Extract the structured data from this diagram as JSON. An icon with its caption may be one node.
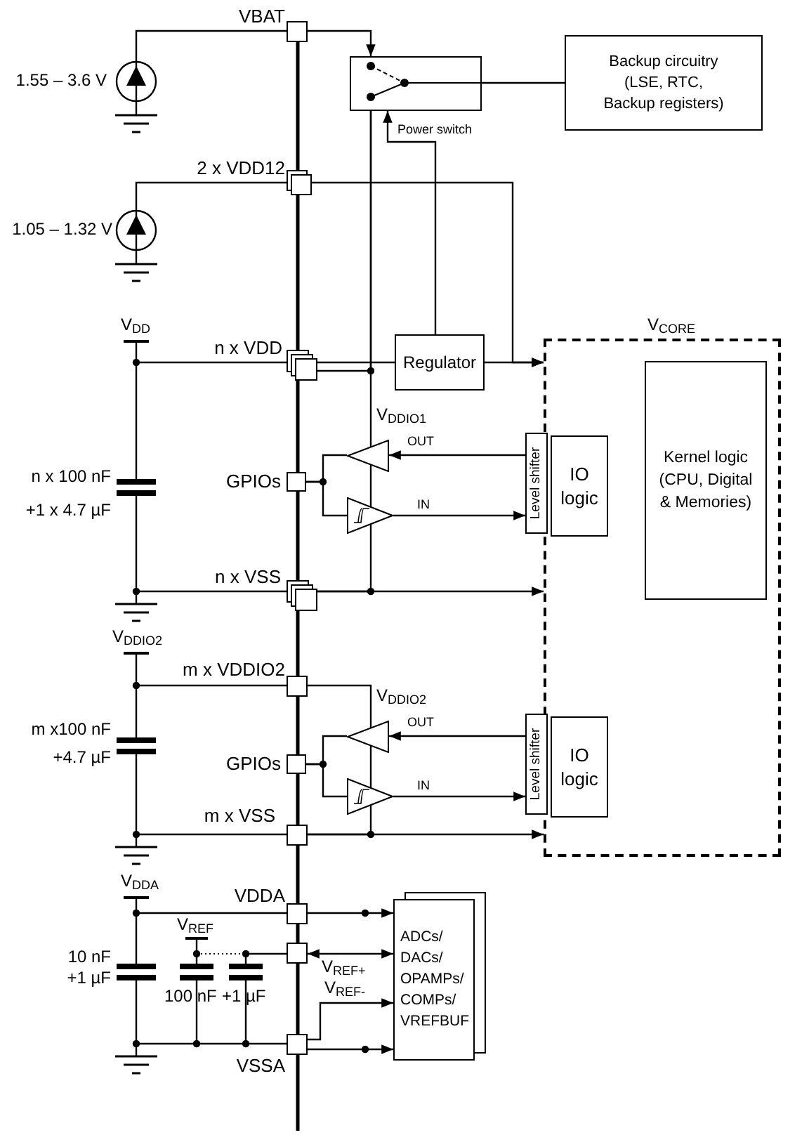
{
  "diagram": {
    "nodes": [
      {
        "text": [],
        "shape": "box",
        "beside": [
          "VBAT"
        ]
      },
      {
        "text": [],
        "shape": "box"
      },
      {
        "text": [
          "Backup circuitry (LSE, RTC, Backup registers)"
        ]
      },
      {
        "text": [],
        "shape": "box",
        "beside": [
          "2 x VDD12"
        ]
      },
      {
        "text": [],
        "shape": "box",
        "beside": [
          "n x VDD"
        ]
      },
      {
        "text": [
          "Regulator"
        ]
      },
      {
        "text": [
          "V$_{CORE}$"
        ]
      },
      {
        "text": [
          "Kernel logic (CPU, Digital & Memories)"
        ],
        "in": 6
      },
      {
        "text": [],
        "shape": "box",
        "beside": [
          "GPIOs"
        ]
      },
      {
        "text": [],
        "shape": "triangle"
      },
      {
        "text": [],
        "shape": "triangle"
      },
      {
        "text": [
          "Level shifter"
        ]
      },
      {
        "text": [
          "IO logic"
        ],
        "in": 6
      },
      {
        "text": [],
        "shape": "box",
        "beside": [
          "n x VSS"
        ]
      },
      {
        "text": [],
        "shape": "box",
        "beside": [
          "m x VDDIO2"
        ]
      },
      {
        "text": [],
        "shape": "box",
        "beside": [
          "GPIOs"
        ]
      },
      {
        "text": [],
        "shape": "triangle"
      },
      {
        "text": [],
        "shape": "triangle"
      },
      {
        "text": [
          "Level shifter"
        ]
      },
      {
        "text": [
          "IO logic"
        ],
        "in": 6
      },
      {
        "text": [],
        "shape": "box",
        "beside": [
          "m x VSS"
        ]
      },
      {
        "text": [],
        "shape": "box",
        "beside": [
          "VDDA"
        ]
      },
      {
        "text": [],
        "shape": "box"
      },
      {
        "text": [],
        "shape": "box",
        "beside": [
          "VSSA"
        ]
      },
      {
        "text": [
          "ADCs/ DACs/ OPAMPs/ COMPs/ VREFBUF"
        ]
      }
    ],
    "edges": [
      {
        "from": 0,
        "to": 1,
        "arrow": "to"
      },
      {
        "from": 1,
        "to": 2,
        "arrow": "none"
      },
      {
        "from": 5,
        "to": 1,
        "arrow": "to",
        "label": "Power switch"
      },
      {
        "from": 4,
        "to": 5,
        "arrow": "none"
      },
      {
        "from": 5,
        "to": 6,
        "arrow": "to"
      },
      {
        "from": 3,
        "to": 6,
        "arrow": "to"
      },
      {
        "from": 11,
        "to": 9,
        "arrow": "to",
        "label": "OUT"
      },
      {
        "from": 9,
        "to": 8,
        "arrow": "none"
      },
      {
        "from": 8,
        "to": 10,
        "arrow": "none"
      },
      {
        "from": 10,
        "to": 11,
        "arrow": "to",
        "label": "IN"
      },
      {
        "from": 13,
        "to": 6,
        "arrow": "to"
      },
      {
        "from": 18,
        "to": 16,
        "arrow": "to",
        "label": "OUT"
      },
      {
        "from": 16,
        "to": 15,
        "arrow": "none"
      },
      {
        "from": 15,
        "to": 17,
        "arrow": "none"
      },
      {
        "from": 17,
        "to": 18,
        "arrow": "to",
        "label": "IN"
      },
      {
        "from": 20,
        "to": 6,
        "arrow": "to"
      },
      {
        "from": 21,
        "to": 24,
        "arrow": "to"
      },
      {
        "from": 22,
        "to": 24,
        "arrow": "both",
        "label": "V$_{REF+}$"
      },
      {
        "from": 23,
        "to": 24,
        "arrow": "to",
        "label": "V$_{REF-}$"
      },
      {
        "from": 23,
        "to": 24,
        "arrow": "to"
      },
      {
        "from": 1,
        "to": 13,
        "arrow": "none"
      },
      {
        "from": 4,
        "to": 1,
        "arrow": "none"
      },
      {
        "from": 14,
        "to": 20,
        "arrow": "none"
      }
    ],
    "labels": [
      "1.55 – 3.6 V",
      "1.05 – 1.32 V",
      "V$_{DD}$",
      "n x 100 nF",
      "+1 x 4.7 µF",
      "V$_{DDIO1}$",
      "V$_{DDIO2}$",
      "m x100 nF",
      "+4.7 µF",
      "V$_{DDIO2}$",
      "V$_{DDA}$",
      "V$_{REF}$",
      "10 nF",
      "+1 µF",
      "100 nF",
      "+1 µF"
    ]
  }
}
